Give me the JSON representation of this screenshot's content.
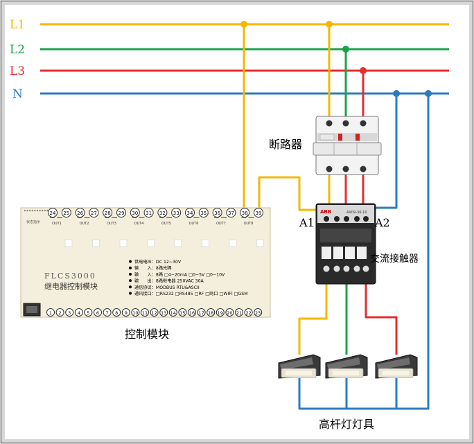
{
  "lines": [
    {
      "id": "L1",
      "label": "L1",
      "color": "#f5b800"
    },
    {
      "id": "L2",
      "label": "L2",
      "color": "#1aa34a"
    },
    {
      "id": "L3",
      "label": "L3",
      "color": "#e52e2e"
    },
    {
      "id": "N",
      "label": "N",
      "color": "#2b7bc4"
    }
  ],
  "wire_colors": {
    "blue": "#2b7bc4",
    "black": "#222222"
  },
  "breaker": {
    "label": "断路器",
    "color": "#ffffff"
  },
  "contactor": {
    "label": "交流接触器",
    "coil_a1": "A1",
    "coil_a2": "A2",
    "brand": "ABB",
    "model": "AX09-30-10",
    "body_color": "#2a2a2a",
    "top_color": "#d9d9d9"
  },
  "module": {
    "caption": "控制模块",
    "model": "FLCS3000",
    "subtitle": "继电器控制模块",
    "status_text": "状态指示",
    "body_color": "#f4efdc",
    "relay_labels": [
      "OUT1",
      "OUT2",
      "OUT3",
      "OUT4",
      "OUT5",
      "OUT6",
      "OUT7",
      "OUT8"
    ],
    "top_terminals": [
      "24",
      "25",
      "26",
      "27",
      "28",
      "29",
      "30",
      "31",
      "32",
      "33",
      "34",
      "35",
      "36",
      "37",
      "38",
      "39"
    ],
    "bottom_terminals": [
      "1",
      "2",
      "3",
      "4",
      "5",
      "6",
      "7",
      "8",
      "9",
      "10",
      "11",
      "12",
      "13",
      "14",
      "15",
      "16",
      "17",
      "18",
      "19",
      "20",
      "21",
      "22",
      "23"
    ],
    "specs": [
      "供电电压：DC 12~30V",
      "输　　入：8路光隔",
      "输　　入：8路 □4~20mA □0~5V □0~10V",
      "输　　出：8路继电器 250VAC 30A",
      "通信协议：MODBUS RTU&ASCII",
      "通讯接口：□RS232 □RS485 □RF □网口 □WIFI □GSM"
    ]
  },
  "lamps": {
    "label": "高杆灯灯具",
    "count": 3
  }
}
